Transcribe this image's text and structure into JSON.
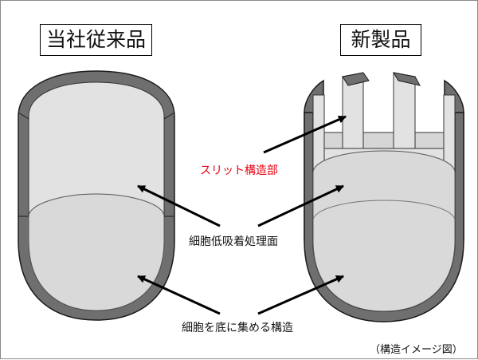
{
  "titles": {
    "conventional": "当社従来品",
    "new_product": "新製品"
  },
  "labels": {
    "slit": "スリット構造部",
    "adhesion_surface": "細胞低吸着処理面",
    "collect_structure": "細胞を底に集める構造",
    "caption": "（構造イメージ図）"
  },
  "colors": {
    "wall": "#6f6f6f",
    "wall_outline": "#1a1a1a",
    "inner": "#e2e2e2",
    "bottom": "#d9d9d9",
    "slit_label": "#e60012"
  }
}
